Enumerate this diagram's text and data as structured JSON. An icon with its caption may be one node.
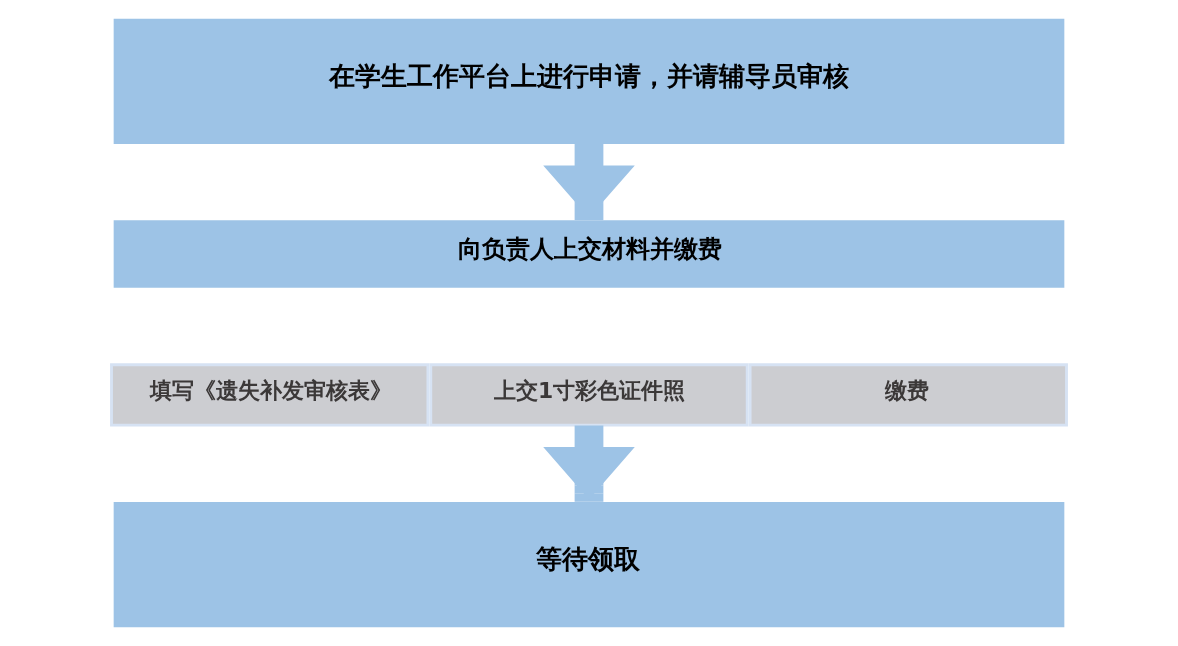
{
  "diagram": {
    "nodes": [
      {
        "text": [
          "在学生工作平台上进行申请，并请辅导员审核"
        ]
      },
      {
        "text": [
          "向负责人上交材料并缴费"
        ]
      },
      {
        "text": [
          "填写《遗失补发审核表》"
        ]
      },
      {
        "text": [
          "上交1寸彩色证件照"
        ]
      },
      {
        "text": [
          "缴费"
        ]
      },
      {
        "text": [
          "等待领取"
        ]
      }
    ],
    "edges": [
      {
        "from": 0,
        "to": 1,
        "arrow": "to"
      },
      {
        "from": 3,
        "to": 5,
        "arrow": "to"
      }
    ]
  }
}
